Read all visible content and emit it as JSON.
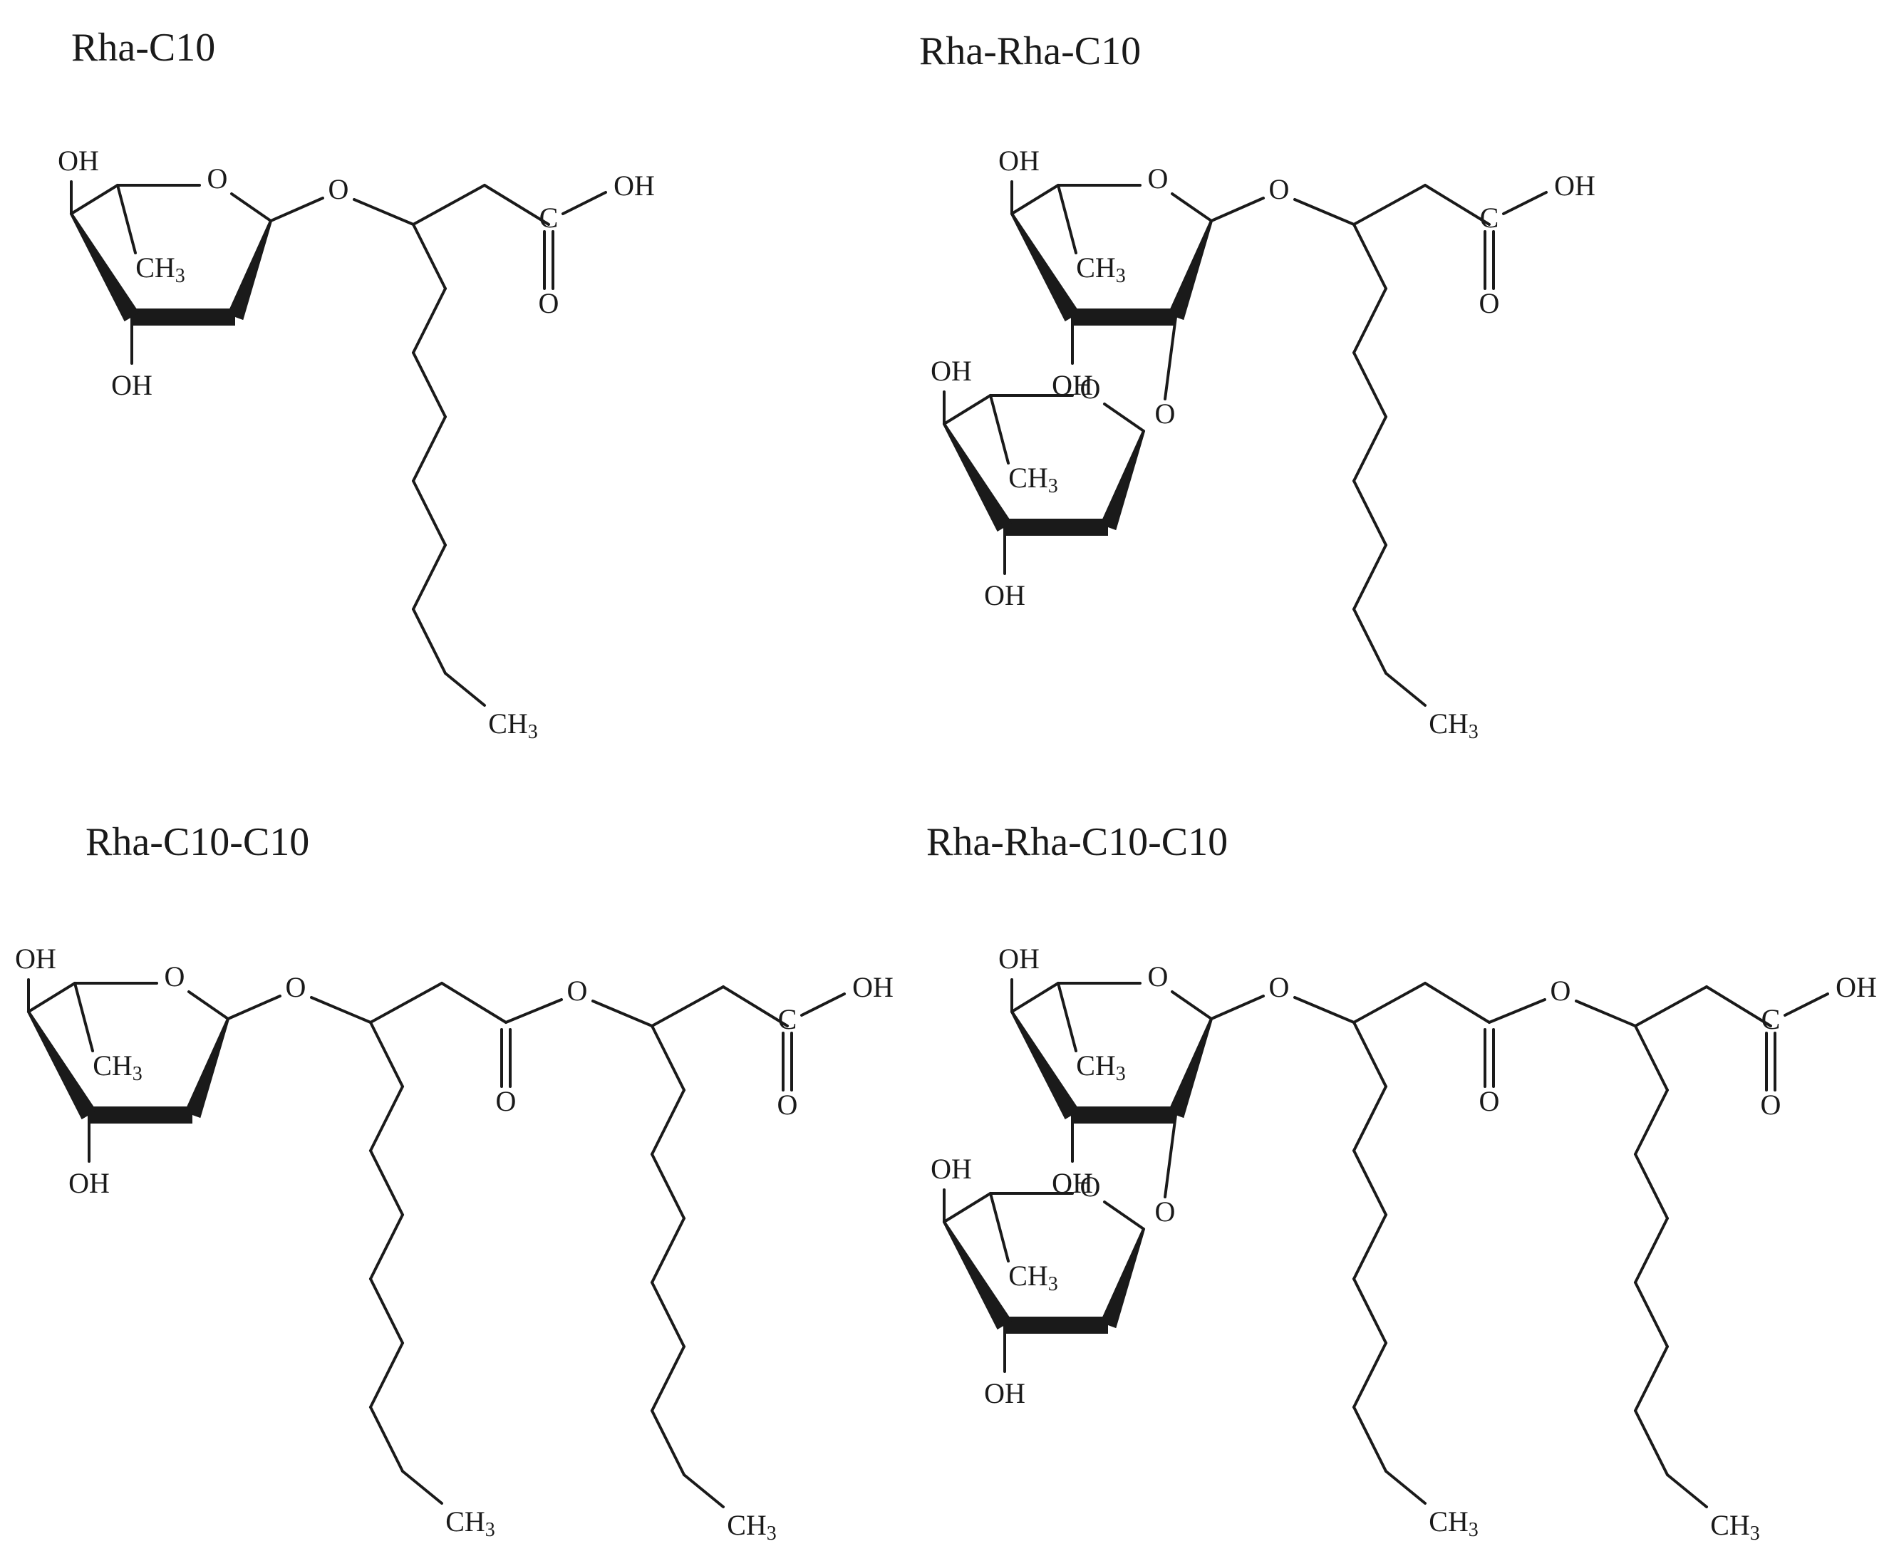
{
  "titles": {
    "rha_c10": "Rha-C10",
    "rha_rha_c10": "Rha-Rha-C10",
    "rha_c10_c10": "Rha-C10-C10",
    "rha_rha_c10_c10": "Rha-Rha-C10-C10"
  },
  "labels": {
    "oh": "OH",
    "o": "O",
    "c": "C",
    "ch3": "CH",
    "sub3": "3"
  }
}
